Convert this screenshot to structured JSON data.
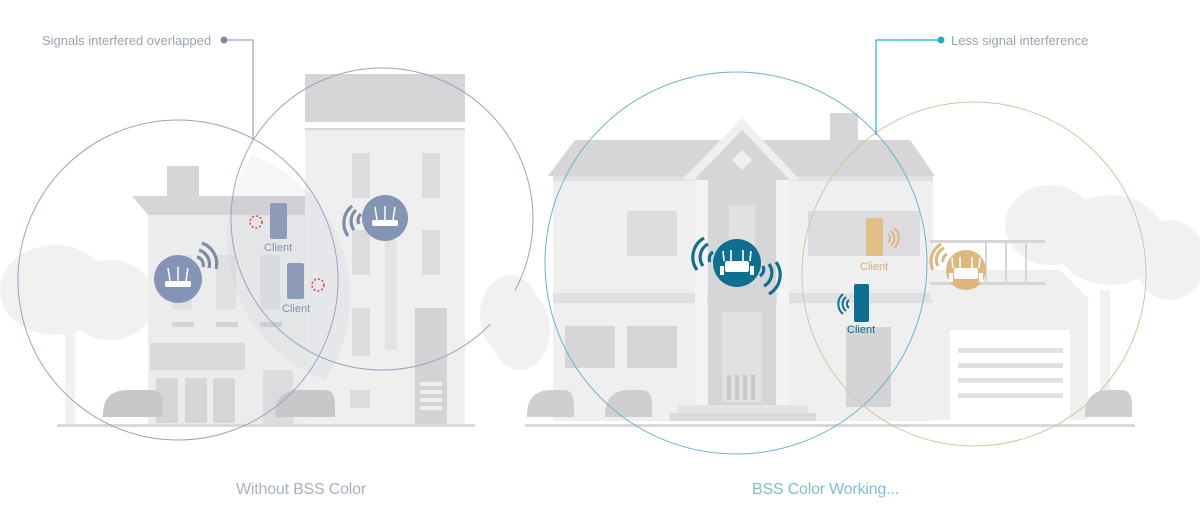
{
  "left_panel": {
    "caption": "Without BSS Color",
    "callout": "Signals interfered overlapped",
    "clients": [
      {
        "label": "Client"
      },
      {
        "label": "Client"
      }
    ]
  },
  "right_panel": {
    "caption": "BSS Color Working...",
    "callout": "Less signal interference",
    "clients": [
      {
        "label": "Client"
      },
      {
        "label": "Client"
      }
    ]
  },
  "colors": {
    "building_fill": "#d9d9db",
    "building_light": "#eeeeef",
    "circle_left": "#9aa4bf",
    "router_left": "#8494b4",
    "interference_red": "#d94a4a",
    "bss_blue": "#0e6f91",
    "bss_gold": "#ddb77e",
    "callout_teal": "#1fb3c8",
    "caption_left": "#a9b1c0",
    "caption_right": "#7fbfd0"
  }
}
